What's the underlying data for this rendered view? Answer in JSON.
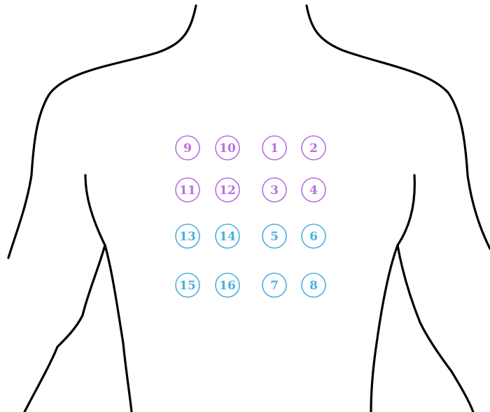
{
  "colors": {
    "background": "#ffffff",
    "outline": "#000000",
    "upper_group": "#b86fe0",
    "lower_group": "#4ab0de"
  },
  "markers": [
    {
      "label": "9",
      "group": "upper_group"
    },
    {
      "label": "10",
      "group": "upper_group"
    },
    {
      "label": "1",
      "group": "upper_group"
    },
    {
      "label": "2",
      "group": "upper_group"
    },
    {
      "label": "11",
      "group": "upper_group"
    },
    {
      "label": "12",
      "group": "upper_group"
    },
    {
      "label": "3",
      "group": "upper_group"
    },
    {
      "label": "4",
      "group": "upper_group"
    },
    {
      "label": "13",
      "group": "lower_group"
    },
    {
      "label": "14",
      "group": "lower_group"
    },
    {
      "label": "5",
      "group": "lower_group"
    },
    {
      "label": "6",
      "group": "lower_group"
    },
    {
      "label": "15",
      "group": "lower_group"
    },
    {
      "label": "16",
      "group": "lower_group"
    },
    {
      "label": "7",
      "group": "lower_group"
    },
    {
      "label": "8",
      "group": "lower_group"
    }
  ]
}
